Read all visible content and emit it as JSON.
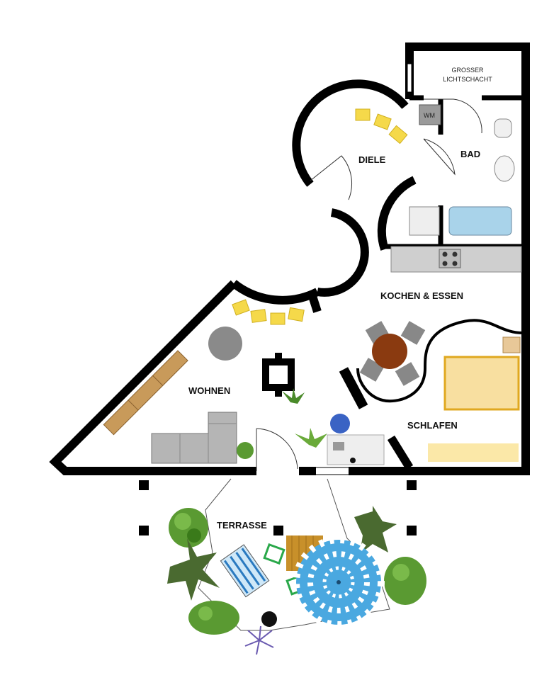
{
  "plan": {
    "rooms": {
      "lichtschacht_line1": "GROSSER",
      "lichtschacht_line2": "LICHTSCHACHT",
      "diele": "DIELE",
      "bad": "BAD",
      "kochen": "KOCHEN & ESSEN",
      "wohnen": "WOHNEN",
      "schlafen": "SCHLAFEN",
      "terrasse": "TERRASSE"
    },
    "fixtures": {
      "washing_machine": "WM"
    },
    "colors": {
      "wall": "#000000",
      "window": "#f5d94a",
      "wood": "#c89a5a",
      "bed": "#f8dfa0",
      "bathtub": "#a9d3ea",
      "sofa": "#b5b5b5",
      "plant": "#4a8a2a",
      "parasol_blue": "#4aa8e0",
      "dining_table": "#8a3a10"
    }
  }
}
